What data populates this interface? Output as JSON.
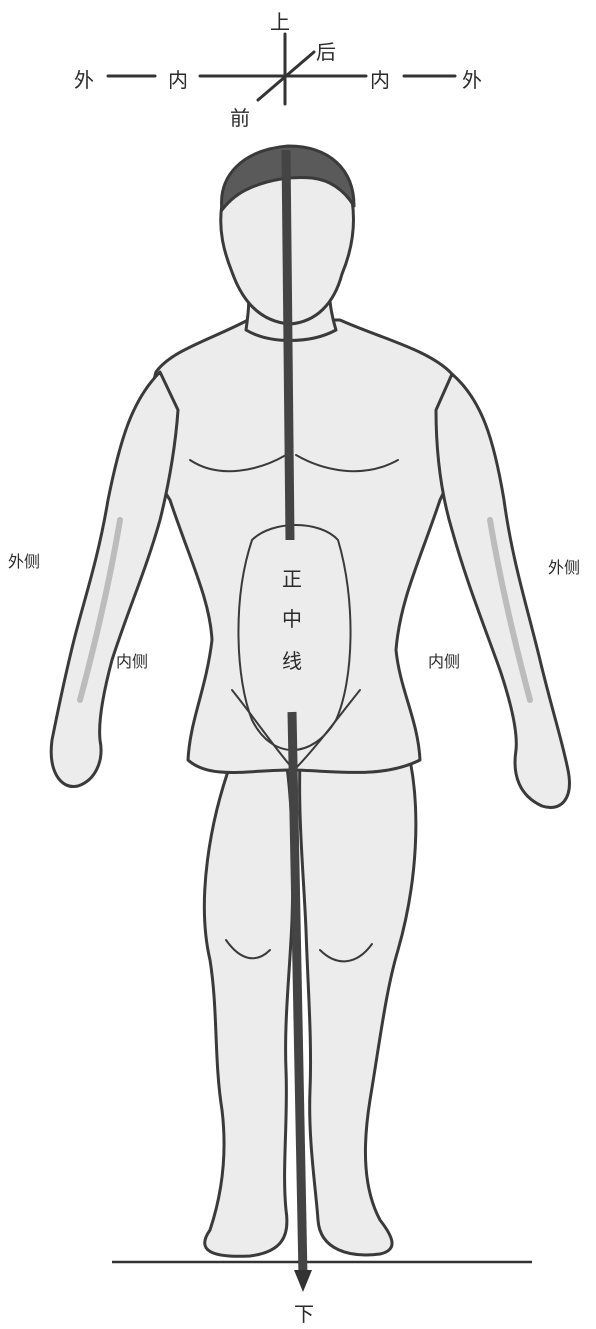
{
  "axes": {
    "up": "上",
    "down": "下",
    "front": "前",
    "back": "后",
    "left_outer": "外",
    "left_inner": "内",
    "right_inner": "内",
    "right_outer": "外"
  },
  "figure_labels": {
    "left_lateral": "外侧",
    "right_lateral": "外侧",
    "left_medial": "内侧",
    "right_medial": "内侧",
    "midline_chars": [
      "正",
      "中",
      "线"
    ]
  },
  "colors": {
    "ink": "#3a3a3a",
    "skin": "#ececec",
    "shade": "#d6d6d6",
    "midline": "#444444"
  }
}
